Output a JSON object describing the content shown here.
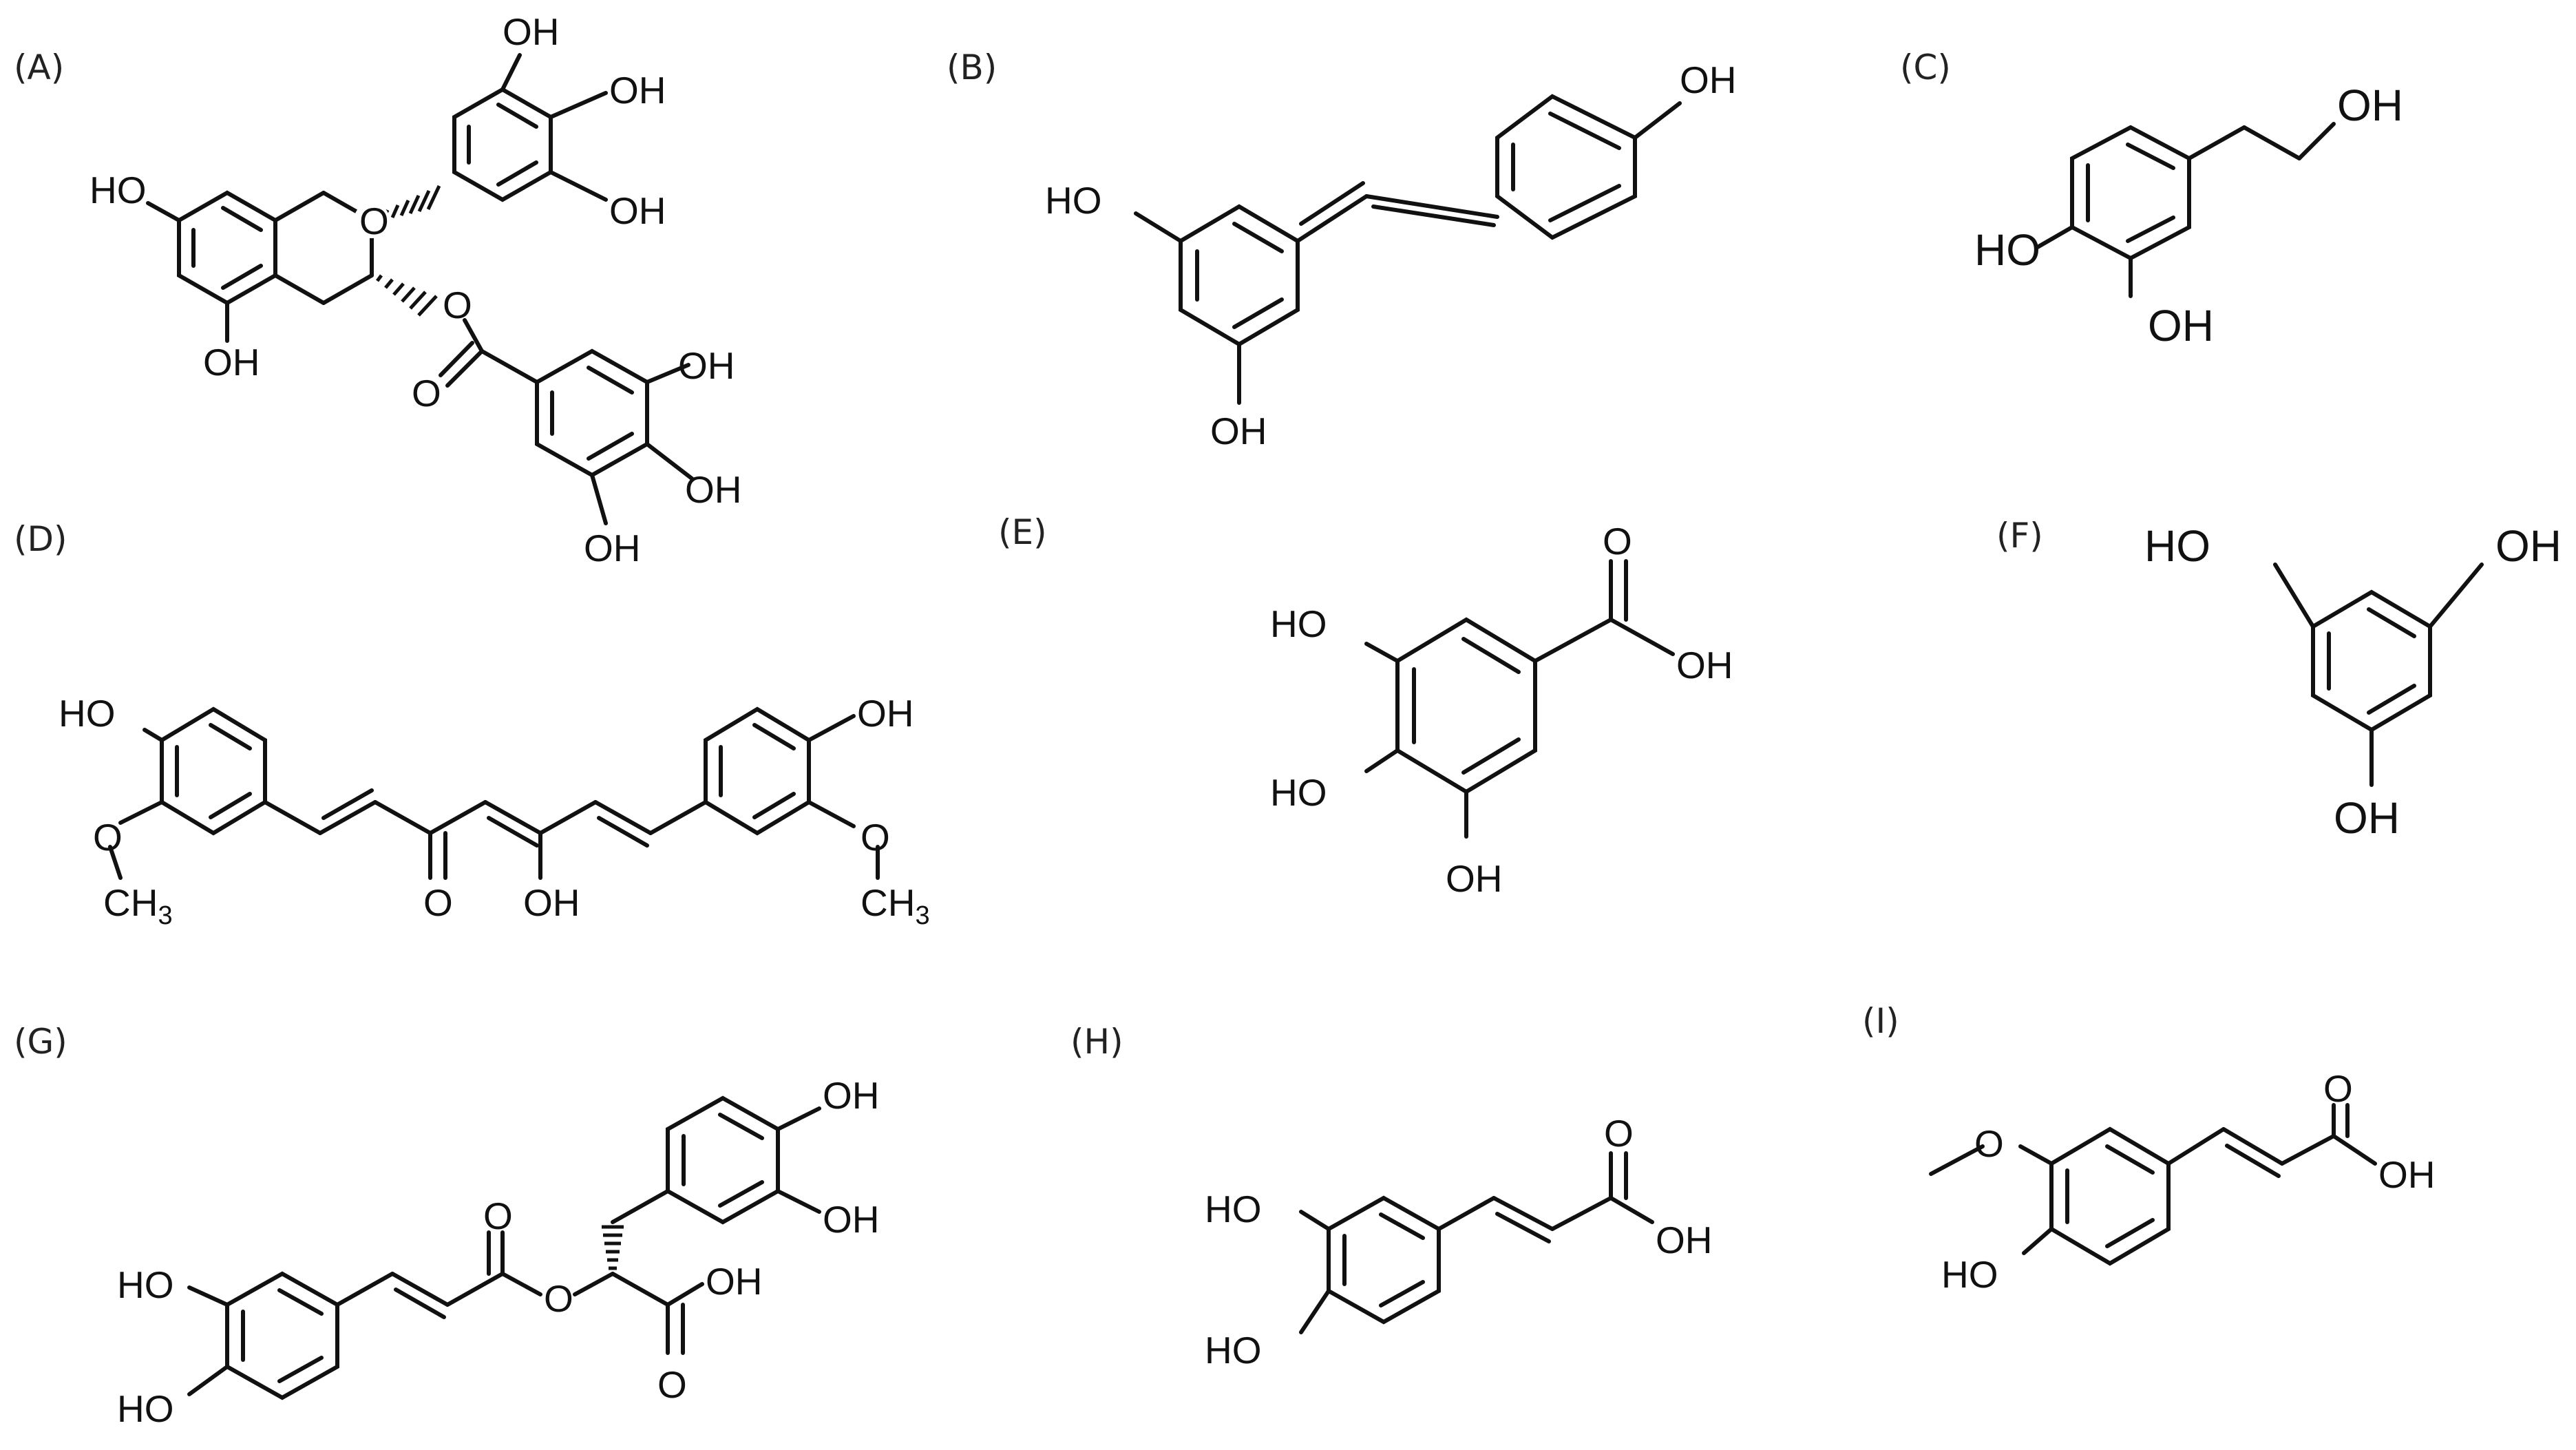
{
  "figure": {
    "panels": [
      {
        "id": "A",
        "label": "(A)",
        "structure": "epigallocatechin-gallate",
        "atoms": {
          "ho7": "HO",
          "o_ring": "O",
          "oh5": "OH",
          "oh3p": "OH",
          "oh4p": "OH",
          "oh5p": "OH",
          "o_ester": "O",
          "o_carbonyl": "O",
          "oh_g3": "OH",
          "oh_g4": "OH",
          "oh_g5": "OH"
        }
      },
      {
        "id": "B",
        "label": "(B)",
        "structure": "resveratrol",
        "atoms": {
          "oh4p": "OH",
          "ho3": "HO",
          "oh5": "OH"
        }
      },
      {
        "id": "C",
        "label": "(C)",
        "structure": "hydroxytyrosol",
        "atoms": {
          "oh_chain": "OH",
          "ho4": "HO",
          "oh3": "OH"
        }
      },
      {
        "id": "D",
        "label": "(D)",
        "structure": "curcumin",
        "atoms": {
          "ho_left": "HO",
          "o_left": "O",
          "ch3_left": "CH",
          "ch3_left_sub": "3",
          "o_keto": "O",
          "oh_enol": "OH",
          "oh_right": "OH",
          "o_right": "O",
          "ch3_right": "CH",
          "ch3_right_sub": "3"
        }
      },
      {
        "id": "E",
        "label": "(E)",
        "structure": "gallic-acid",
        "atoms": {
          "o_carbonyl": "O",
          "oh_acid": "OH",
          "ho3": "HO",
          "ho4": "HO",
          "oh5": "OH"
        }
      },
      {
        "id": "F",
        "label": "(F)",
        "structure": "phloroglucinol",
        "atoms": {
          "ho1": "HO",
          "oh3": "OH",
          "oh5": "OH"
        }
      },
      {
        "id": "G",
        "label": "(G)",
        "structure": "rosmarinic-acid",
        "atoms": {
          "ho3": "HO",
          "ho4": "HO",
          "o_carbonyl": "O",
          "o_ester": "O",
          "oh_acid": "OH",
          "o_acid": "O",
          "oh_r3": "OH",
          "oh_r4": "OH"
        }
      },
      {
        "id": "H",
        "label": "(H)",
        "structure": "caffeic-acid",
        "atoms": {
          "ho3": "HO",
          "ho4": "HO",
          "o_carbonyl": "O",
          "oh_acid": "OH"
        }
      },
      {
        "id": "I",
        "label": "(I)",
        "structure": "ferulic-acid",
        "atoms": {
          "o_methoxy": "O",
          "ho4": "HO",
          "o_carbonyl": "O",
          "oh_acid": "OH"
        }
      }
    ]
  }
}
